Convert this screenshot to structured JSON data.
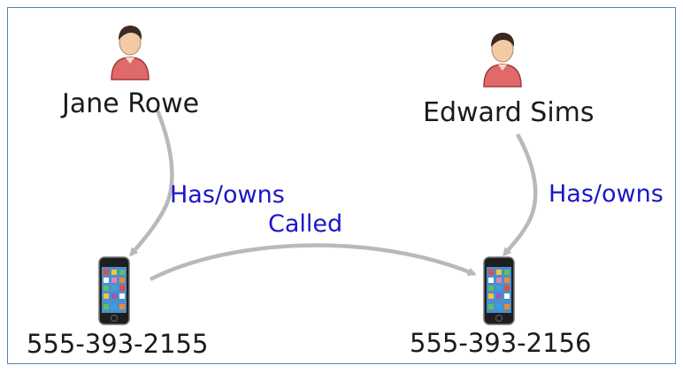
{
  "nodes": {
    "person_left": {
      "name": "Jane Rowe",
      "icon": "person-icon"
    },
    "person_right": {
      "name": "Edward Sims",
      "icon": "person-icon"
    },
    "phone_left": {
      "number": "555-393-2155",
      "icon": "smartphone-icon"
    },
    "phone_right": {
      "number": "555-393-2156",
      "icon": "smartphone-icon"
    }
  },
  "edges": {
    "left_owns": {
      "label": "Has/owns"
    },
    "right_owns": {
      "label": "Has/owns"
    },
    "called": {
      "label": "Called"
    }
  },
  "colors": {
    "edge_label": "#1a16c8",
    "arrow": "#b9b9b9",
    "frame_border": "#5b7fb6",
    "person_shirt": "#e06a6a",
    "person_hair": "#3a2a20",
    "person_skin": "#f3c9a6"
  }
}
